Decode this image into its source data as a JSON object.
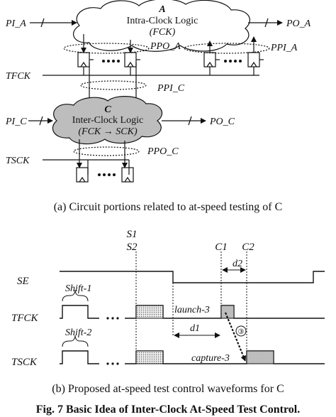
{
  "part_a": {
    "cloud_a": {
      "letter": "A",
      "line1": "Intra-Clock Logic",
      "line2": "(FCK)"
    },
    "cloud_c": {
      "letter": "C",
      "line1": "Inter-Clock Logic",
      "line2": "(FCK → SCK)"
    },
    "signals": {
      "pi_a": "PI_A",
      "po_a": "PO_A",
      "ppo_a": "PPO_A",
      "ppi_a": "PPI_A",
      "tfck": "TFCK",
      "ppi_c": "PPI_C",
      "pi_c": "PI_C",
      "po_c": "PO_C",
      "tsck": "TSCK",
      "ppo_c": "PPO_C"
    },
    "caption": "(a) Circuit portions related to at-speed testing of C"
  },
  "part_b": {
    "labels": {
      "s1": "S1",
      "s2": "S2",
      "c1": "C1",
      "c2": "C2",
      "d1": "d1",
      "d2": "d2",
      "se": "SE",
      "tfck": "TFCK",
      "tsck": "TSCK",
      "shift1": "Shift-1",
      "shift2": "Shift-2",
      "launch3": "launch-3",
      "capture3": "capture-3",
      "step3": "③"
    },
    "caption": "(b) Proposed at-speed test control waveforms for C"
  },
  "fig_caption": "Fig. 7 Basic Idea of Inter-Clock At-Speed Test Control."
}
